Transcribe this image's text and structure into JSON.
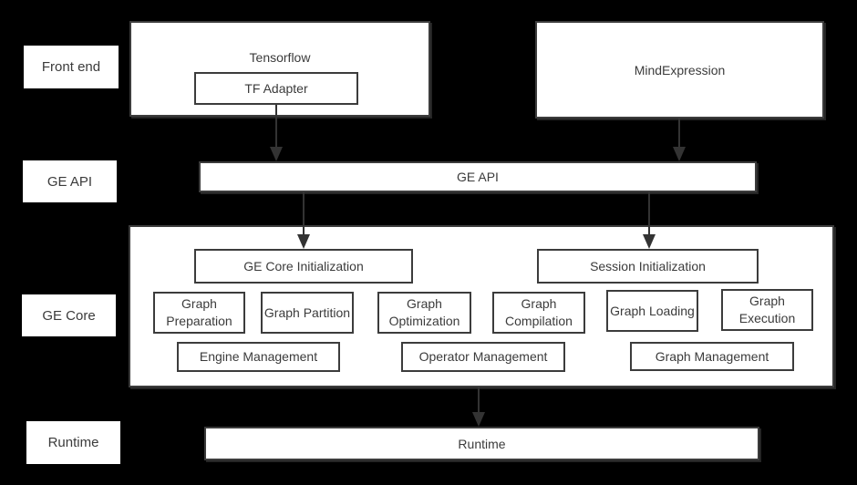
{
  "colors": {
    "background": "#000000",
    "box_fill": "#ffffff",
    "box_border": "#3c3c3c",
    "text": "#3b3b3b",
    "arrow": "#333333"
  },
  "side_labels": [
    {
      "label": "Front end"
    },
    {
      "label": "GE API"
    },
    {
      "label": "GE Core"
    },
    {
      "label": "Runtime"
    }
  ],
  "front_end": {
    "tensorflow_title": "Tensorflow",
    "tf_adapter": "TF Adapter",
    "mind_expression": "MindExpression"
  },
  "ge_api_bar": {
    "label": "GE API"
  },
  "ge_core": {
    "init_boxes": [
      {
        "label": "GE Core Initialization"
      },
      {
        "label": "Session Initialization"
      }
    ],
    "modules": [
      {
        "label": "Graph Preparation"
      },
      {
        "label": "Graph Partition"
      },
      {
        "label": "Graph Optimization"
      },
      {
        "label": "Graph Compilation"
      },
      {
        "label": "Graph Loading"
      },
      {
        "label": "Graph Execution"
      }
    ],
    "managers": [
      {
        "label": "Engine Management"
      },
      {
        "label": "Operator Management"
      },
      {
        "label": "Graph Management"
      }
    ]
  },
  "runtime_bar": {
    "label": "Runtime"
  }
}
